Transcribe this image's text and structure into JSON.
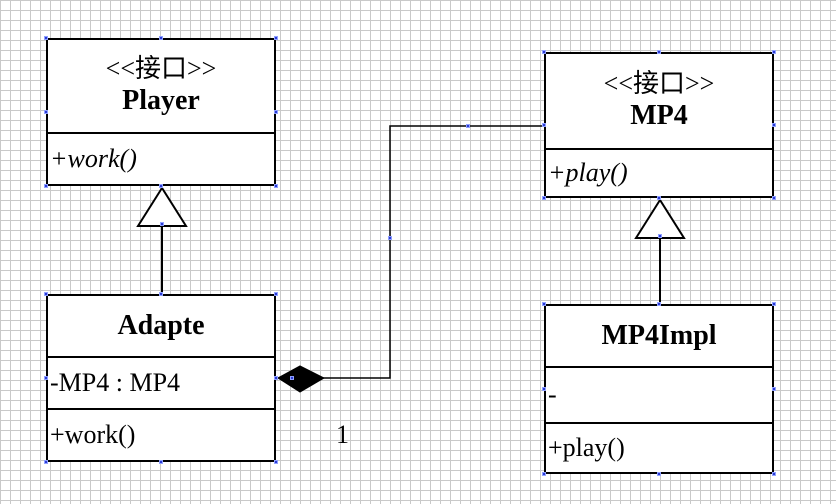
{
  "diagram": {
    "player": {
      "stereotype": "<<接口>>",
      "name": "Player",
      "operation": "+work()"
    },
    "mp4": {
      "stereotype": "<<接口>>",
      "name": "MP4",
      "operation": "+play()"
    },
    "adapte": {
      "name": "Adapte",
      "attribute": "-MP4 : MP4",
      "operation": "+work()"
    },
    "mp4impl": {
      "name": "MP4Impl",
      "attribute": "-",
      "operation": "+play()"
    },
    "multiplicity": "1"
  }
}
